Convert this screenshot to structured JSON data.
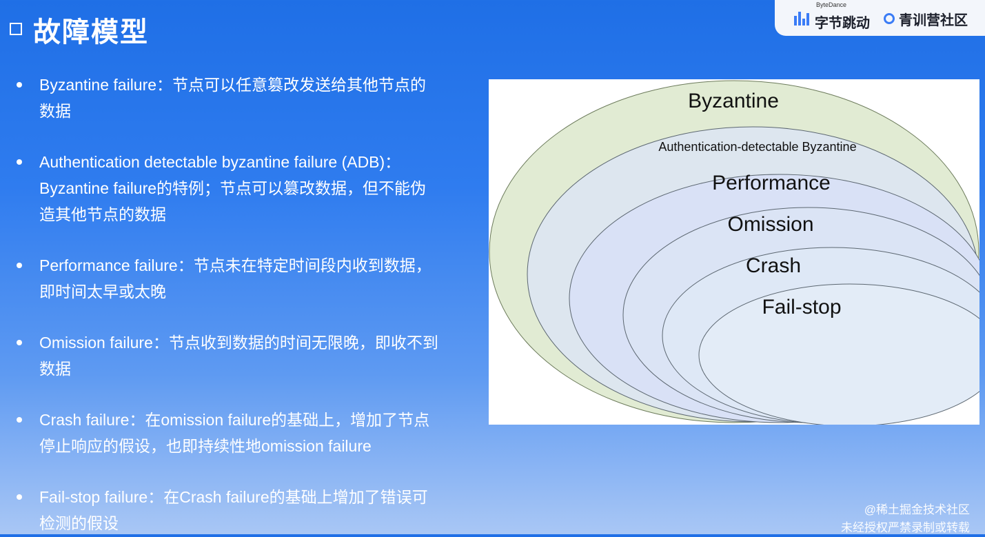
{
  "header": {
    "title": "故障模型"
  },
  "brand": {
    "sub": "ByteDance",
    "name": "字节跳动",
    "community": "青训营社区"
  },
  "bullets": [
    {
      "text": "Byzantine failure：节点可以任意篡改发送给其他节点的数据"
    },
    {
      "text": "Authentication detectable byzantine failure (ADB)：Byzantine failure的特例；节点可以篡改数据，但不能伪造其他节点的数据"
    },
    {
      "text": "Performance failure：节点未在特定时间段内收到数据，即时间太早或太晚"
    },
    {
      "text": "Omission failure：节点收到数据的时间无限晚，即收不到数据"
    },
    {
      "text": "Crash failure：在omission failure的基础上，增加了节点停止响应的假设，也即持续性地omission failure"
    },
    {
      "text": "Fail-stop failure：在Crash failure的基础上增加了错误可检测的假设"
    }
  ],
  "diagram": {
    "layers": [
      {
        "label": "Byzantine",
        "color": "#e1ebd3"
      },
      {
        "label": "Authentication-detectable Byzantine",
        "color": "#dde6ef"
      },
      {
        "label": "Performance",
        "color": "#d9e1f6"
      },
      {
        "label": "Omission",
        "color": "#dbe4f5"
      },
      {
        "label": "Crash",
        "color": "#dee8f6"
      },
      {
        "label": "Fail-stop",
        "color": "#e3ecf7"
      }
    ]
  },
  "footer": {
    "line1": "@稀土掘金技术社区",
    "line2": "未经授权严禁录制或转载"
  }
}
